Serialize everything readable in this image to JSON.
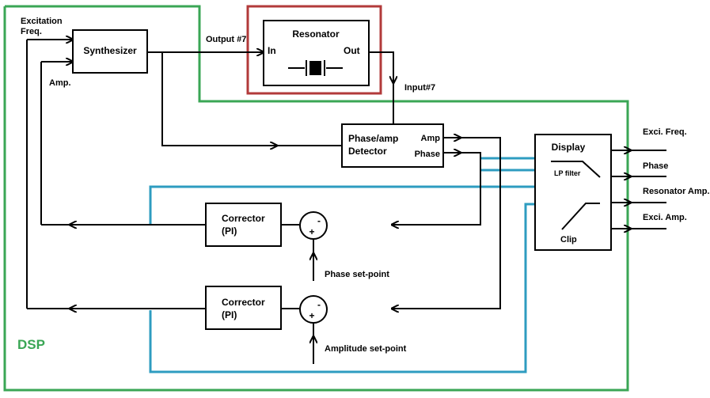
{
  "colors": {
    "black": "#000000",
    "dsp_border": "#3aa655",
    "resonator_border": "#b23a3a",
    "feedback_line": "#2e9cc0"
  },
  "labels": {
    "excitation_freq_line1": "Excitation",
    "excitation_freq_line2": "Freq.",
    "amp_input": "Amp.",
    "output7": "Output #7",
    "input7": "Input#7",
    "dsp": "DSP",
    "phase_setpoint": "Phase set-point",
    "amplitude_setpoint": "Amplitude set-point",
    "exci_freq_out": "Exci. Freq.",
    "phase_out": "Phase",
    "resonator_amp_out": "Resonator Amp.",
    "exci_amp_out": "Exci. Amp."
  },
  "blocks": {
    "synthesizer": "Synthesizer",
    "resonator": {
      "title": "Resonator",
      "in": "In",
      "out": "Out"
    },
    "detector": {
      "line1": "Phase/amp",
      "line2": "Detector",
      "amp": "Amp",
      "phase": "Phase"
    },
    "display": {
      "title": "Display",
      "lp": "LP filter",
      "clip": "Clip"
    },
    "corrector_phase": {
      "line1": "Corrector",
      "line2": "(PI)"
    },
    "corrector_amp": {
      "line1": "Corrector",
      "line2": "(PI)"
    },
    "sum_sign_minus": "-",
    "sum_sign_plus": "+"
  }
}
